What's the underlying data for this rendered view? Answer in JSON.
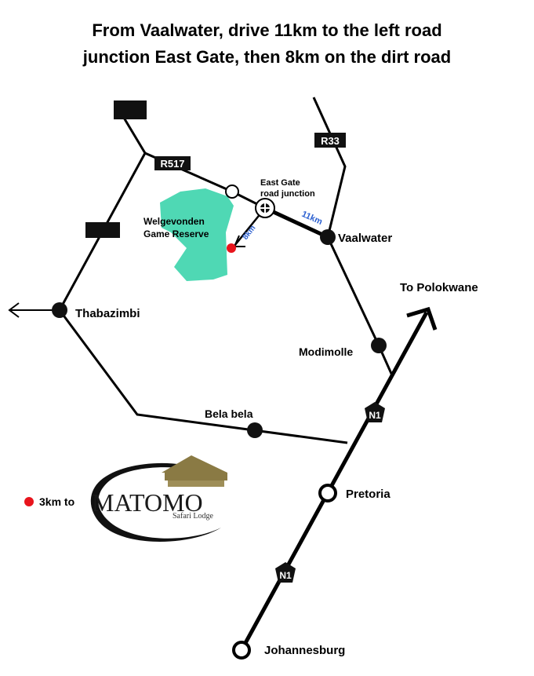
{
  "heading": {
    "line1": "From Vaalwater, drive 11km to the left road",
    "line2": "junction East Gate, then 8km on  the dirt road"
  },
  "roads": {
    "r517": "R517",
    "r33": "R33",
    "n1_upper": "N1",
    "n1_lower": "N1"
  },
  "places": {
    "reserve_line1": "Welgevonden",
    "reserve_line2": "Game Reserve",
    "east_gate_line1": "East Gate",
    "east_gate_line2": "road junction",
    "vaalwater": "Vaalwater",
    "thabazimbi": "Thabazimbi",
    "modimolle": "Modimolle",
    "bela_bela": "Bela bela",
    "pretoria": "Pretoria",
    "johannesburg": "Johannesburg",
    "polokwane": "To Polokwane"
  },
  "distances": {
    "to_junction": "11km",
    "dirt_road": "8km"
  },
  "lodge": {
    "note": "3km to",
    "name": "MATOMO",
    "subtitle": "Safari Lodge"
  },
  "colors": {
    "reserve": "#4fd8b4",
    "lodge_marker": "#e8141c",
    "distance_text": "#2a5fd0",
    "lodge_roof": "#8a7a44"
  },
  "icons": [
    "arrow-left-icon",
    "arrow-up-right-icon",
    "compass-icon",
    "lodge-roof-icon"
  ]
}
